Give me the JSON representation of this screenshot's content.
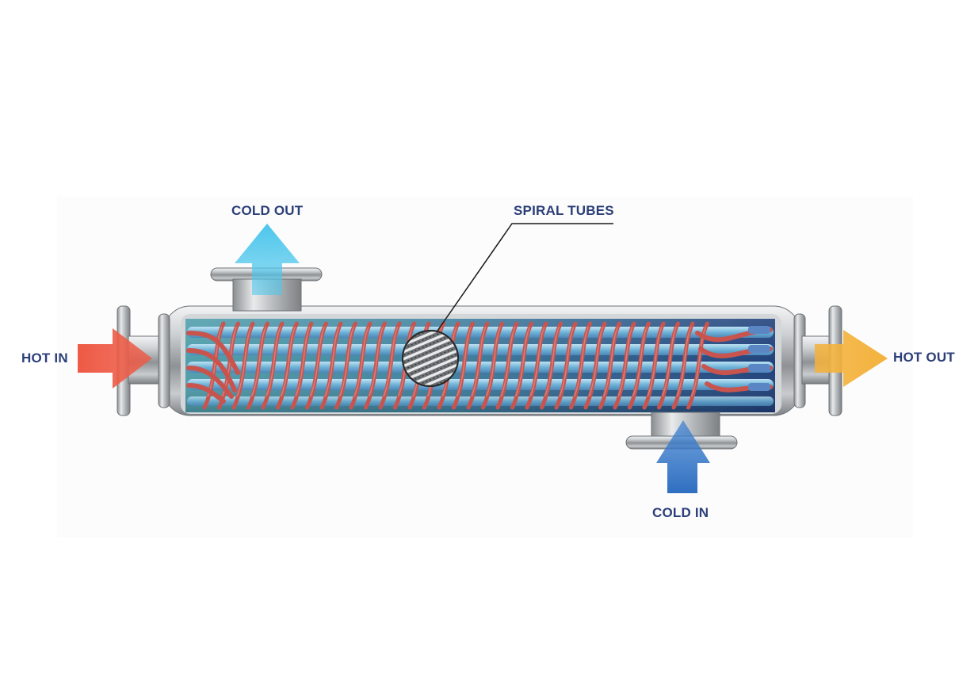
{
  "labels": {
    "cold_out": "COLD OUT",
    "spiral_tubes": "SPIRAL TUBES",
    "hot_in": "HOT IN",
    "hot_out": "HOT OUT",
    "cold_in": "COLD IN"
  },
  "colors": {
    "label_text": "#2c3f78",
    "hot_in_arrow": "#ee5a45",
    "hot_out_arrow": "#f4b23c",
    "cold_out_arrow": "#4cc6ec",
    "cold_in_arrow": "#2f6fc0",
    "spiral_tube": "#c9544e",
    "inner_tube": "#86c2e0",
    "shell_fluid": "#3d7c9a",
    "steel": "#c4c7c9"
  },
  "icons": {
    "hot_in": "arrow-right-icon",
    "hot_out": "arrow-right-icon",
    "cold_out": "arrow-up-icon",
    "cold_in": "arrow-up-icon",
    "magnifier": "magnifier-circle-icon"
  }
}
